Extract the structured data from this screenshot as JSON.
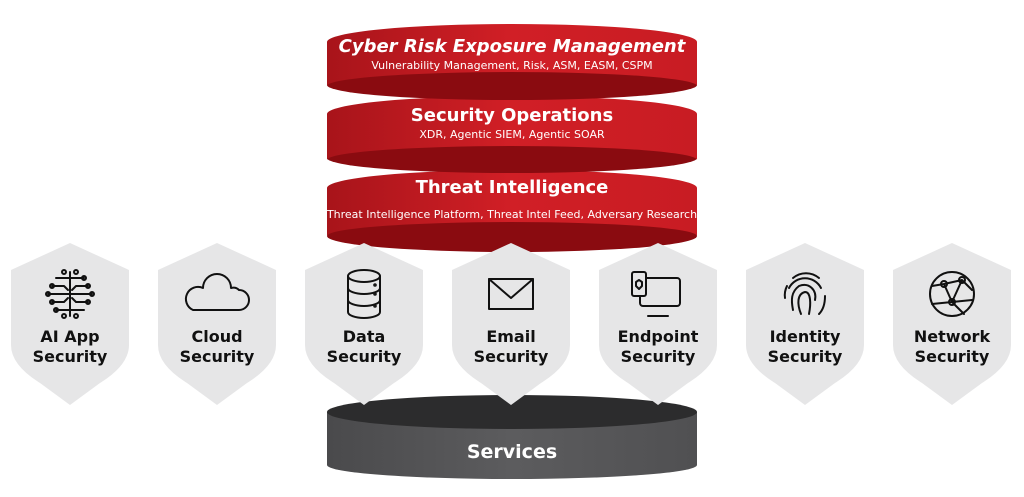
{
  "layers": [
    {
      "title": "Cyber Risk Exposure Management",
      "subtitle": "Vulnerability Management, Risk, ASM, EASM, CSPM"
    },
    {
      "title": "Security Operations",
      "subtitle": "XDR, Agentic SIEM, Agentic SOAR"
    },
    {
      "title": "Threat Intelligence",
      "subtitle": "Threat Intelligence Platform, Threat Intel Feed, Adversary Research"
    }
  ],
  "pillars": [
    {
      "line1": "AI App",
      "line2": "Security",
      "icon": "ai-circuit-icon"
    },
    {
      "line1": "Cloud",
      "line2": "Security",
      "icon": "cloud-icon"
    },
    {
      "line1": "Data",
      "line2": "Security",
      "icon": "database-icon"
    },
    {
      "line1": "Email",
      "line2": "Security",
      "icon": "envelope-icon"
    },
    {
      "line1": "Endpoint",
      "line2": "Security",
      "icon": "endpoint-devices-icon"
    },
    {
      "line1": "Identity",
      "line2": "Security",
      "icon": "fingerprint-icon"
    },
    {
      "line1": "Network",
      "line2": "Security",
      "icon": "globe-network-icon"
    }
  ],
  "base": {
    "label": "Services"
  },
  "colors": {
    "red": "#d11f26",
    "dark_red": "#8a0b10",
    "shield": "#e6e6e7",
    "services_top": "#2c2c2d",
    "services_body": "#59595b"
  }
}
